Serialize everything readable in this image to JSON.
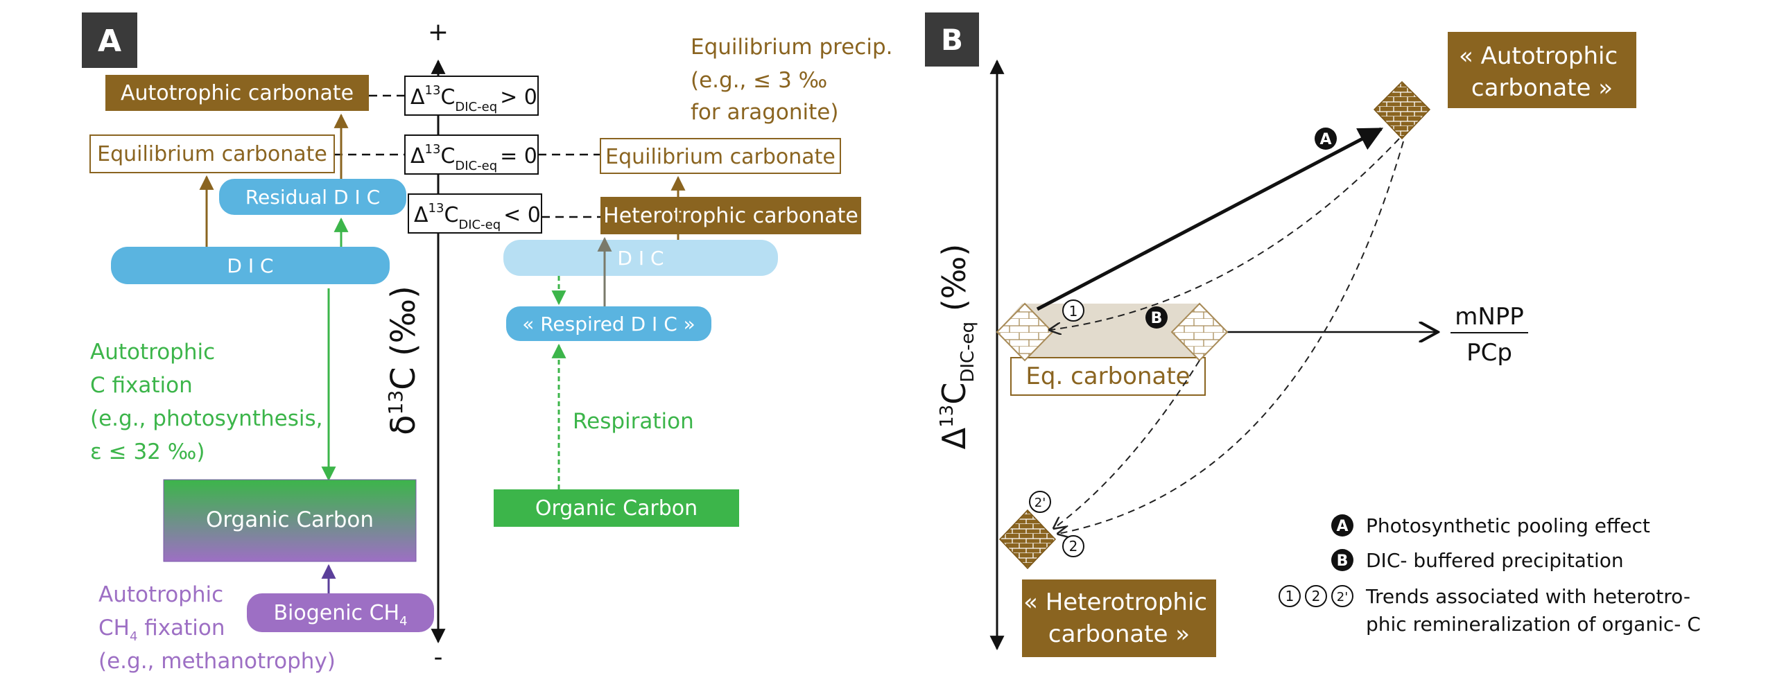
{
  "panelA": {
    "badge": "A",
    "plus": "+",
    "minus": "-",
    "axis": {
      "delta": "δ",
      "sup": "13",
      "unit": "C (‰)"
    },
    "autotrophic_carbonate": "Autotrophic carbonate",
    "equilibrium_carbonate_left": "Equilibrium carbonate",
    "residual_dic": "Residual D I C",
    "dic_left": "D I C",
    "delta_boxes": [
      {
        "sym": "Δ",
        "sup": "13",
        "c": "C",
        "sub": "DIC-eq",
        "rel": "> 0"
      },
      {
        "sym": "Δ",
        "sup": "13",
        "c": "C",
        "sub": "DIC-eq",
        "rel": "= 0"
      },
      {
        "sym": "Δ",
        "sup": "13",
        "c": "C",
        "sub": "DIC-eq",
        "rel": "< 0"
      }
    ],
    "equilibrium_precip": [
      "Equilibrium precip.",
      "(e.g., ≤ 3 ‰",
      "for aragonite)"
    ],
    "equilibrium_carbonate_right": "Equilibrium carbonate",
    "heterotrophic_carbonate": "Heterotrophic carbonate",
    "dic_right": "D I C",
    "respired_dic": "« Respired  D I C »",
    "respiration": "Respiration",
    "organic_carbon_right": "Organic Carbon",
    "organic_carbon_left": "Organic Carbon",
    "autotrophic_c_fixation": [
      "Autotrophic",
      "C fixation",
      "(e.g., photosynthesis,",
      "ε ≤ 32 ‰)"
    ],
    "biogenic_ch4": {
      "text": "Biogenic CH",
      "sub": "4"
    },
    "autotrophic_ch4_fixation": {
      "line1": "Autotrophic",
      "line2a": "CH",
      "line2sub": "4",
      "line2b": " fixation",
      "line3": "(e.g., methanotrophy)"
    }
  },
  "panelB": {
    "badge": "B",
    "axis": {
      "delta": "Δ",
      "sup": "13",
      "c": "C",
      "sub": "DIC-eq",
      "unit": " (‰)"
    },
    "x_axis_num": "mNPP",
    "x_axis_den": "PCp",
    "autotrophic_carbonate": [
      "« Autotrophic",
      "carbonate »"
    ],
    "heterotrophic_carbonate": [
      "« Heterotrophic",
      "carbonate »"
    ],
    "eq_carbonate": "Eq. carbonate",
    "marker_A": "A",
    "marker_B": "B",
    "marker_1": "1",
    "marker_2": "2",
    "marker_2p": "2'",
    "legend": {
      "a_text": "Photosynthetic pooling effect",
      "b_text": "DIC- buffered precipitation",
      "c_text": [
        "Trends associated with heterotro-",
        "phic remineralization of organic- C"
      ],
      "c_markers": [
        "1",
        "2",
        "2'"
      ]
    }
  },
  "colors": {
    "brown": "#8a6420",
    "brown_text": "#8a6420",
    "blue": "#5ab4e0",
    "light_blue": "#b7dff3",
    "green": "#3cb54a",
    "purple": "#9d6fc4",
    "dark": "#3d3d3d"
  }
}
